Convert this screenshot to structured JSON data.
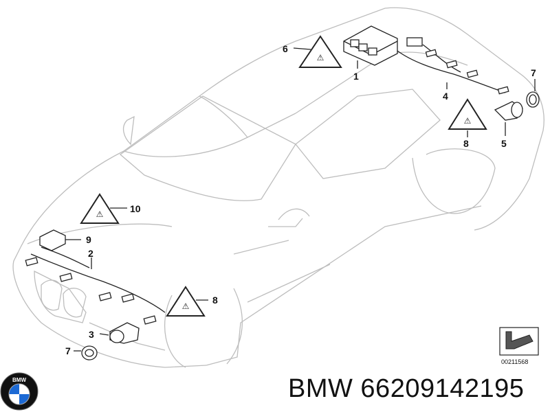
{
  "callouts": [
    "1",
    "2",
    "3",
    "4",
    "5",
    "6",
    "7",
    "7",
    "8",
    "8",
    "9",
    "10"
  ],
  "reference_code": "00211568",
  "caption": "BMW 66209142195",
  "logo_letters": "BMW",
  "icons": [
    "bmw-logo-icon",
    "warning-triangle-icon",
    "arrow-reference-icon"
  ],
  "colors": {
    "car_outline": "#bdbdbd",
    "parts": "#222222",
    "logo_blue": "#1c69d4"
  }
}
